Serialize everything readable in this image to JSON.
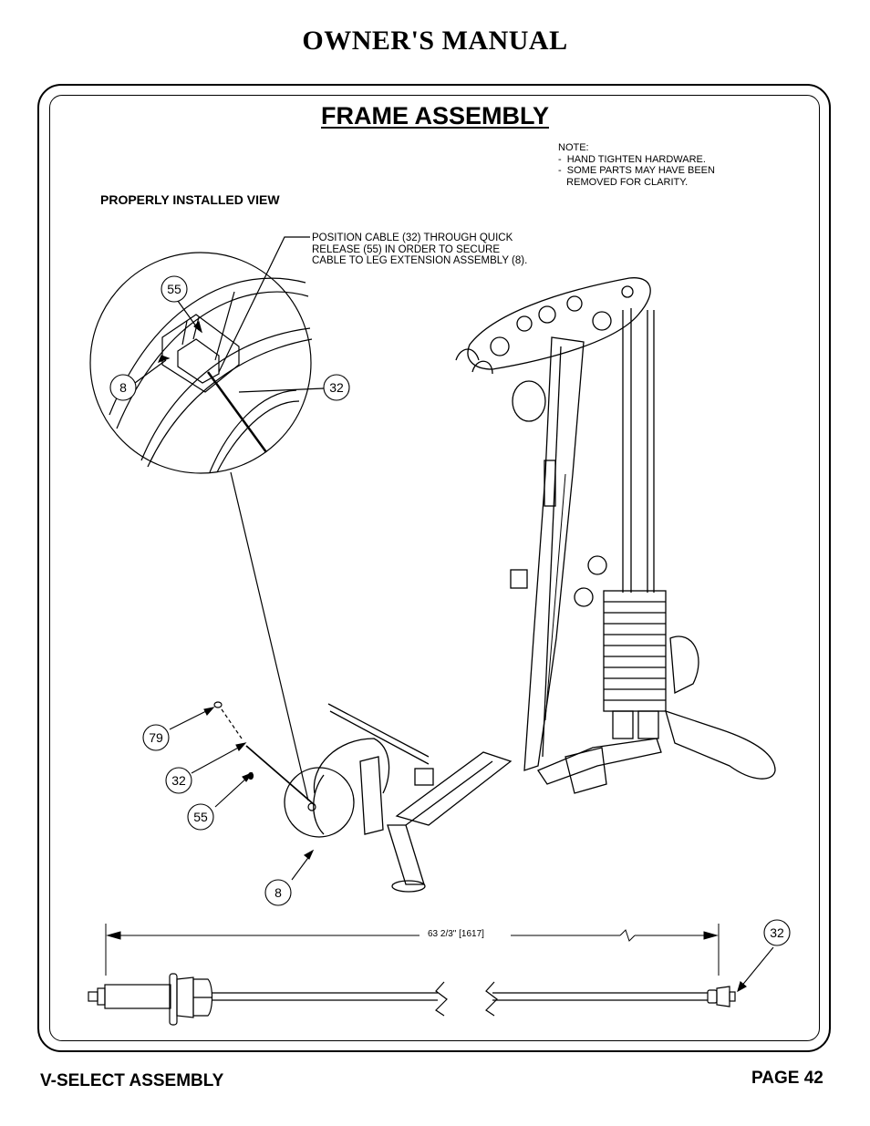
{
  "header": {
    "title": "OWNER'S MANUAL"
  },
  "section": {
    "title": "FRAME ASSEMBLY"
  },
  "note": {
    "text": "NOTE:\n-  HAND TIGHTEN HARDWARE.\n-  SOME PARTS MAY HAVE BEEN\n   REMOVED FOR CLARITY."
  },
  "view_label": "PROPERLY INSTALLED VIEW",
  "callout": {
    "text": "POSITION CABLE (32) THROUGH QUICK\nRELEASE (55) IN ORDER TO SECURE\nCABLE TO LEG EXTENSION ASSEMBLY (8)."
  },
  "part_labels": {
    "detail_55": "55",
    "detail_8": "8",
    "detail_32": "32",
    "main_79": "79",
    "main_32": "32",
    "main_55": "55",
    "main_8": "8",
    "cable_32": "32"
  },
  "dimension": {
    "text": "63 2/3\" [1617]"
  },
  "footer": {
    "left": "V-SELECT ASSEMBLY",
    "right": "PAGE 42"
  }
}
